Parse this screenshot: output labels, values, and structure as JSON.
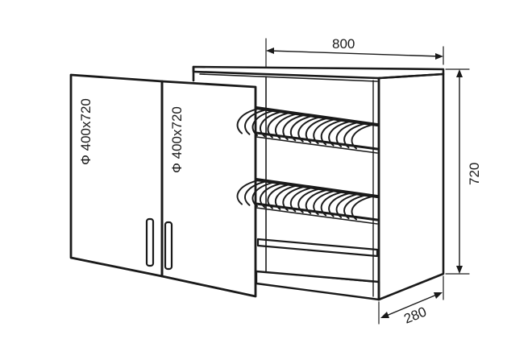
{
  "dimensions": {
    "width": "800",
    "height": "720",
    "depth": "280"
  },
  "doors": {
    "left_facade": "Ф 400х720",
    "right_facade": "Ф 400х720"
  },
  "colors": {
    "line": "#1a1a1a",
    "background": "#ffffff"
  }
}
